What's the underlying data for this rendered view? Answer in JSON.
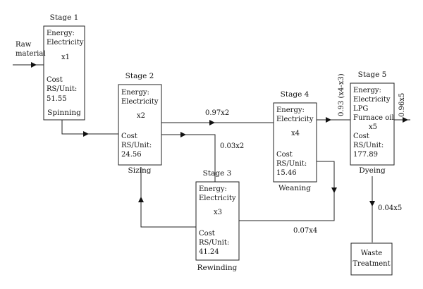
{
  "stage1": {
    "title": "Stage 1",
    "lines": [
      "Energy:",
      "Electricity",
      "x1",
      "Cost",
      "RS/Unit:",
      "51.55"
    ],
    "caption": "Spinning"
  },
  "stage2": {
    "title": "Stage 2",
    "lines": [
      "Energy:",
      "Electricity",
      "x2",
      "Cost",
      "RS/Unit:",
      "24.56"
    ],
    "caption": "Sizing"
  },
  "stage3": {
    "title": "Stage 3",
    "lines": [
      "Energy:",
      "Electricity",
      "x3",
      "Cost",
      "RS/Unit:",
      "41.24"
    ],
    "caption": "Rewinding"
  },
  "stage4": {
    "title": "Stage 4",
    "lines": [
      "Energy:",
      "Electricity",
      "x4",
      "Cost",
      "RS/Unit:",
      "15.46"
    ],
    "caption": "Weaning"
  },
  "stage5": {
    "title": "Stage 5",
    "lines": [
      "Energy:",
      "Electricity",
      "LPG",
      "Furnace oil",
      "x5",
      "Cost",
      "RS/Unit:",
      "177.89"
    ],
    "caption": "Dyeing"
  },
  "waste": {
    "line1": "Waste",
    "line2": "Treatment"
  },
  "raw": {
    "line1": "Raw",
    "line2": "material"
  },
  "flows": {
    "s2_to_s4": "0.97x2",
    "s2_to_s3": "0.03x2",
    "s4_to_s5": "0.93 (x4-x3)",
    "s5_out": "0.96x5",
    "s5_to_waste": "0.04x5",
    "s3_return": "0.07x4"
  }
}
